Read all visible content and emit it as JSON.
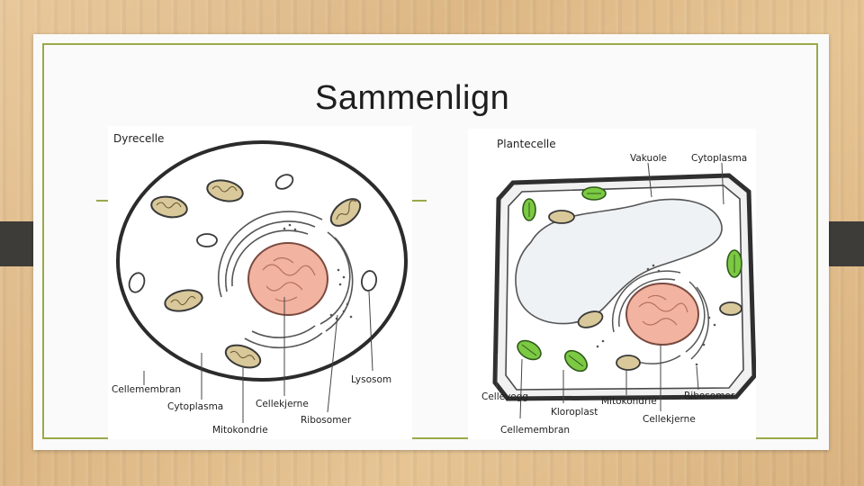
{
  "slide": {
    "title": "Sammenlign"
  },
  "animal_cell": {
    "heading": "Dyrecelle",
    "labels": {
      "cellemembran": "Cellemembran",
      "cytoplasma": "Cytoplasma",
      "mitokondrie": "Mitokondrie",
      "cellekjerne": "Cellekjerne",
      "ribosomer": "Ribosomer",
      "lysosom": "Lysosom"
    }
  },
  "plant_cell": {
    "heading": "Plantecelle",
    "labels": {
      "vakuole": "Vakuole",
      "cytoplasma": "Cytoplasma",
      "cellevegg": "Cellevegg",
      "kloroplast": "Kloroplast",
      "mitokondrie": "Mitokondrie",
      "ribosomer": "Ribosomer",
      "cellekjerne": "Cellekjerne",
      "cellemembran": "Cellemembran"
    }
  },
  "colors": {
    "accent": "#9aa94a",
    "nucleus": "#f2b3a0",
    "mitochondria": "#d9c99a",
    "chloroplast": "#7cc943",
    "vacuole": "#eef2f5"
  }
}
